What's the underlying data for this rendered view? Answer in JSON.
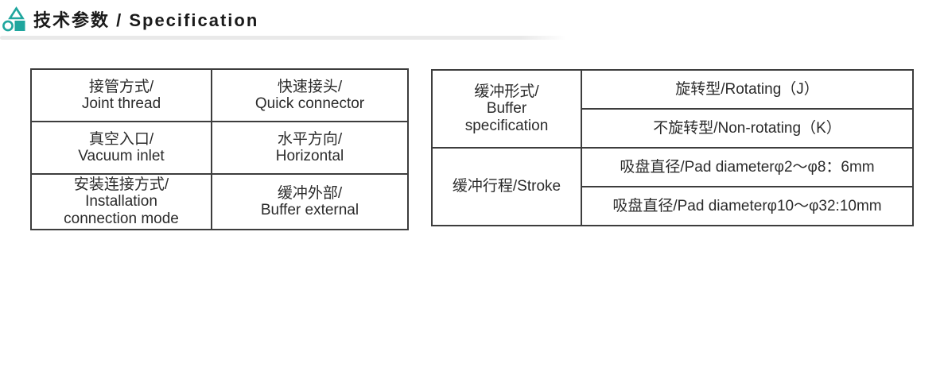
{
  "header": {
    "title": "技术参数 / Specification",
    "accent_color": "#1fa69e",
    "logo_icon": "triangle-circle-square-icon"
  },
  "tables": {
    "left": {
      "rows": [
        {
          "label": "接管方式/\nJoint thread",
          "value": "快速接头/\nQuick connector"
        },
        {
          "label": "真空入口/\nVacuum inlet",
          "value": "水平方向/\nHorizontal"
        },
        {
          "label": "安装连接方式/\nInstallation\nconnection mode",
          "value": "缓冲外部/\nBuffer external"
        }
      ]
    },
    "right": {
      "groups": [
        {
          "label": "缓冲形式/\nBuffer\nspecification",
          "values": [
            "旋转型/Rotating（J）",
            "不旋转型/Non-rotating（K）"
          ]
        },
        {
          "label": "缓冲行程/Stroke",
          "values": [
            "吸盘直径/Pad diameterφ2～φ8：6mm",
            "吸盘直径/Pad diameterφ10～φ32:10mm"
          ]
        }
      ]
    }
  },
  "colors": {
    "table_border": "#3d3d3d",
    "divider": "#e9e9e9",
    "text": "#2b2b2b"
  }
}
